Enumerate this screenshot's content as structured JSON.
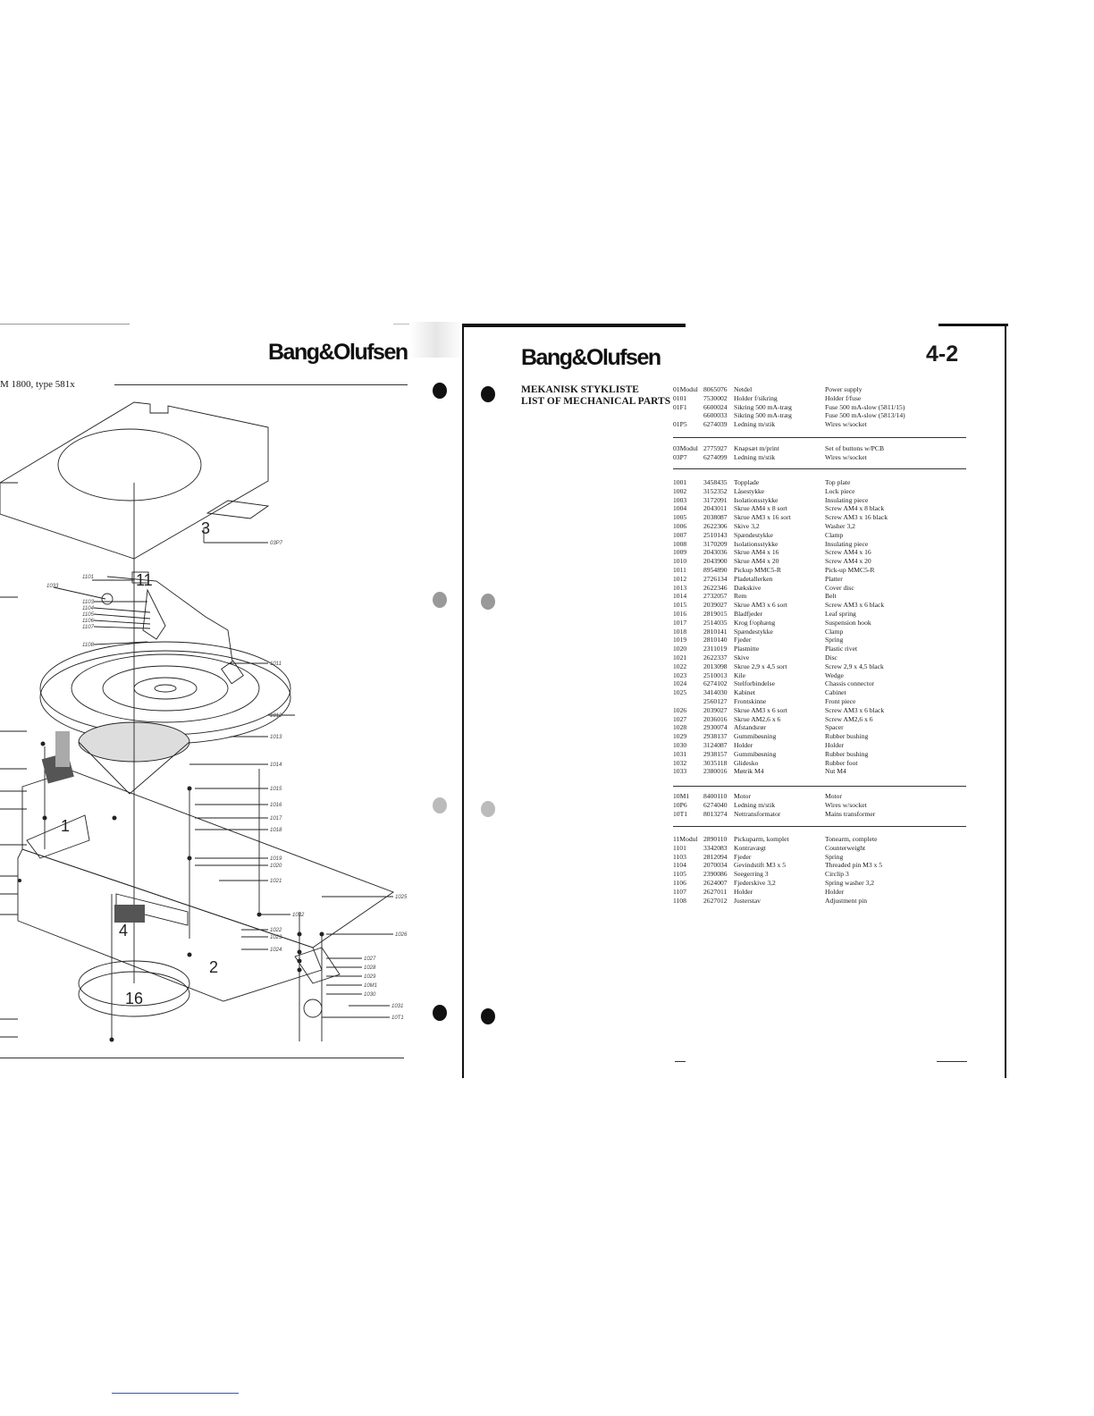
{
  "left_page": {
    "brand": "Bang&Olufsen",
    "model_caption": "M 1800, type 581x",
    "diagram": {
      "big_callouts": [
        "3",
        "11",
        "1",
        "4",
        "2",
        "16"
      ],
      "right_labels": [
        "03P7",
        "1011",
        "1012",
        "1013",
        "1014",
        "1015",
        "1016",
        "1017",
        "1018",
        "1019",
        "1020",
        "1021",
        "1025",
        "1032",
        "1022",
        "1023",
        "1024",
        "1026",
        "1027",
        "1028",
        "1029",
        "10M1",
        "1030",
        "1031",
        "10T1"
      ],
      "left_labels": [
        "1101",
        "1033",
        "1103",
        "1104",
        "1105",
        "1106",
        "1107",
        "1108"
      ]
    }
  },
  "right_page": {
    "brand": "Bang&Olufsen",
    "page_number": "4-2",
    "title_da": "MEKANISK STYKLISTE",
    "title_en": "LIST OF MECHANICAL PARTS",
    "groups": [
      [
        {
          "pos": "01Modul",
          "num": "8065076",
          "da": "Netdel",
          "en": "Power supply"
        },
        {
          "pos": "0101",
          "num": "7530002",
          "da": "Holder f/sikring",
          "en": "Holder f/fuse"
        },
        {
          "pos": "01F1",
          "num": "6600024",
          "da": "Sikring 500 mA-træg",
          "en": "Fuse 500 mA-slow (5811/15)"
        },
        {
          "pos": "",
          "num": "6600033",
          "da": "Sikring 500 mA-træg",
          "en": "Fuse 500 mA-slow (5813/14)"
        },
        {
          "pos": "01P5",
          "num": "6274039",
          "da": "Ledning m/stik",
          "en": "Wires w/socket"
        }
      ],
      [
        {
          "pos": "03Modul",
          "num": "2775927",
          "da": "Knapsæt m/print",
          "en": "Set of buttons w/PCB"
        },
        {
          "pos": "03P7",
          "num": "6274099",
          "da": "Ledning m/stik",
          "en": "Wires w/socket"
        }
      ],
      [
        {
          "pos": "1001",
          "num": "3458435",
          "da": "Topplade",
          "en": "Top plate"
        },
        {
          "pos": "1002",
          "num": "3152352",
          "da": "Låsestykke",
          "en": "Lock piece"
        },
        {
          "pos": "1003",
          "num": "3172091",
          "da": "Isolationsstykke",
          "en": "Insulating piece"
        },
        {
          "pos": "1004",
          "num": "2043011",
          "da": "Skrue AM4 x 8 sort",
          "en": "Screw AM4 x 8 black"
        },
        {
          "pos": "1005",
          "num": "2038087",
          "da": "Skrue AM3 x 16 sort",
          "en": "Screw AM3 x 16 black"
        },
        {
          "pos": "1006",
          "num": "2622306",
          "da": "Skive 3,2",
          "en": "Washer 3,2"
        },
        {
          "pos": "1007",
          "num": "2510143",
          "da": "Spændestykke",
          "en": "Clamp"
        },
        {
          "pos": "1008",
          "num": "3170209",
          "da": "Isolationsstykke",
          "en": "Insulating piece"
        },
        {
          "pos": "1009",
          "num": "2043036",
          "da": "Skrue AM4 x 16",
          "en": "Screw AM4 x 16"
        },
        {
          "pos": "1010",
          "num": "2043900",
          "da": "Skrue AM4 x 20",
          "en": "Screw AM4 x 20"
        },
        {
          "pos": "1011",
          "num": "8954890",
          "da": "Pickup MMC5-R",
          "en": "Pick-up MMC5-R"
        },
        {
          "pos": "1012",
          "num": "2726134",
          "da": "Pladetallerken",
          "en": "Platter"
        },
        {
          "pos": "1013",
          "num": "2622346",
          "da": "Dækskive",
          "en": "Cover disc"
        },
        {
          "pos": "1014",
          "num": "2732057",
          "da": "Rem",
          "en": "Belt"
        },
        {
          "pos": "1015",
          "num": "2039027",
          "da": "Skrue AM3 x 6 sort",
          "en": "Screw AM3 x 6 black"
        },
        {
          "pos": "1016",
          "num": "2819015",
          "da": "Bladfjeder",
          "en": "Leaf spring"
        },
        {
          "pos": "1017",
          "num": "2514035",
          "da": "Krog f/ophæng",
          "en": "Suspension hook"
        },
        {
          "pos": "1018",
          "num": "2810141",
          "da": "Spændestykke",
          "en": "Clamp"
        },
        {
          "pos": "1019",
          "num": "2810140",
          "da": "Fjeder",
          "en": "Spring"
        },
        {
          "pos": "1020",
          "num": "2311019",
          "da": "Plastnitte",
          "en": "Plastic rivet"
        },
        {
          "pos": "1021",
          "num": "2622337",
          "da": "Skive",
          "en": "Disc"
        },
        {
          "pos": "1022",
          "num": "2013098",
          "da": "Skrue 2,9 x 4,5 sort",
          "en": "Screw 2,9 x 4,5 black"
        },
        {
          "pos": "1023",
          "num": "2510013",
          "da": "Kile",
          "en": "Wedge"
        },
        {
          "pos": "1024",
          "num": "6274102",
          "da": "Stelforbindelse",
          "en": "Chassis connector"
        },
        {
          "pos": "1025",
          "num": "3414030",
          "da": "Kabinet",
          "en": "Cabinet"
        },
        {
          "pos": "",
          "num": "2560127",
          "da": "Frontskinne",
          "en": "Front piece"
        },
        {
          "pos": "1026",
          "num": "2039027",
          "da": "Skrue AM3 x 6 sort",
          "en": "Screw AM3 x 6 black"
        },
        {
          "pos": "1027",
          "num": "2036016",
          "da": "Skrue AM2,6 x 6",
          "en": "Screw AM2,6 x 6"
        },
        {
          "pos": "1028",
          "num": "2930074",
          "da": "Afstandsrør",
          "en": "Spacer"
        },
        {
          "pos": "1029",
          "num": "2938137",
          "da": "Gummibøsning",
          "en": "Rubber bushing"
        },
        {
          "pos": "1030",
          "num": "3124087",
          "da": "Holder",
          "en": "Holder"
        },
        {
          "pos": "1031",
          "num": "2938157",
          "da": "Gummibøsning",
          "en": "Rubber bushing"
        },
        {
          "pos": "1032",
          "num": "3035118",
          "da": "Glidesko",
          "en": "Rubber foot"
        },
        {
          "pos": "1033",
          "num": "2380016",
          "da": "Møtrik M4",
          "en": "Nut M4"
        }
      ],
      [
        {
          "pos": "10M1",
          "num": "8400110",
          "da": "Motor",
          "en": "Motor"
        },
        {
          "pos": "10P6",
          "num": "6274040",
          "da": "Ledning m/stik",
          "en": "Wires w/socket"
        },
        {
          "pos": "10T1",
          "num": "8013274",
          "da": "Nettransformator",
          "en": "Mains transformer"
        }
      ],
      [
        {
          "pos": "11Modul",
          "num": "2890110",
          "da": "Pickuparm, komplet",
          "en": "Tonearm, complete"
        },
        {
          "pos": "1101",
          "num": "3342083",
          "da": "Kontravægt",
          "en": "Counterweight"
        },
        {
          "pos": "1103",
          "num": "2812094",
          "da": "Fjeder",
          "en": "Spring"
        },
        {
          "pos": "1104",
          "num": "2070034",
          "da": "Gevindstift M3 x 5",
          "en": "Threaded pin M3 x 5"
        },
        {
          "pos": "1105",
          "num": "2390086",
          "da": "Seegerring 3",
          "en": "Circlip 3"
        },
        {
          "pos": "1106",
          "num": "2624007",
          "da": "Fjederskive 3,2",
          "en": "Spring washer 3,2"
        },
        {
          "pos": "1107",
          "num": "2627011",
          "da": "Holder",
          "en": "Holder"
        },
        {
          "pos": "1108",
          "num": "2627012",
          "da": "Justerstav",
          "en": "Adjustment pin"
        }
      ]
    ]
  }
}
